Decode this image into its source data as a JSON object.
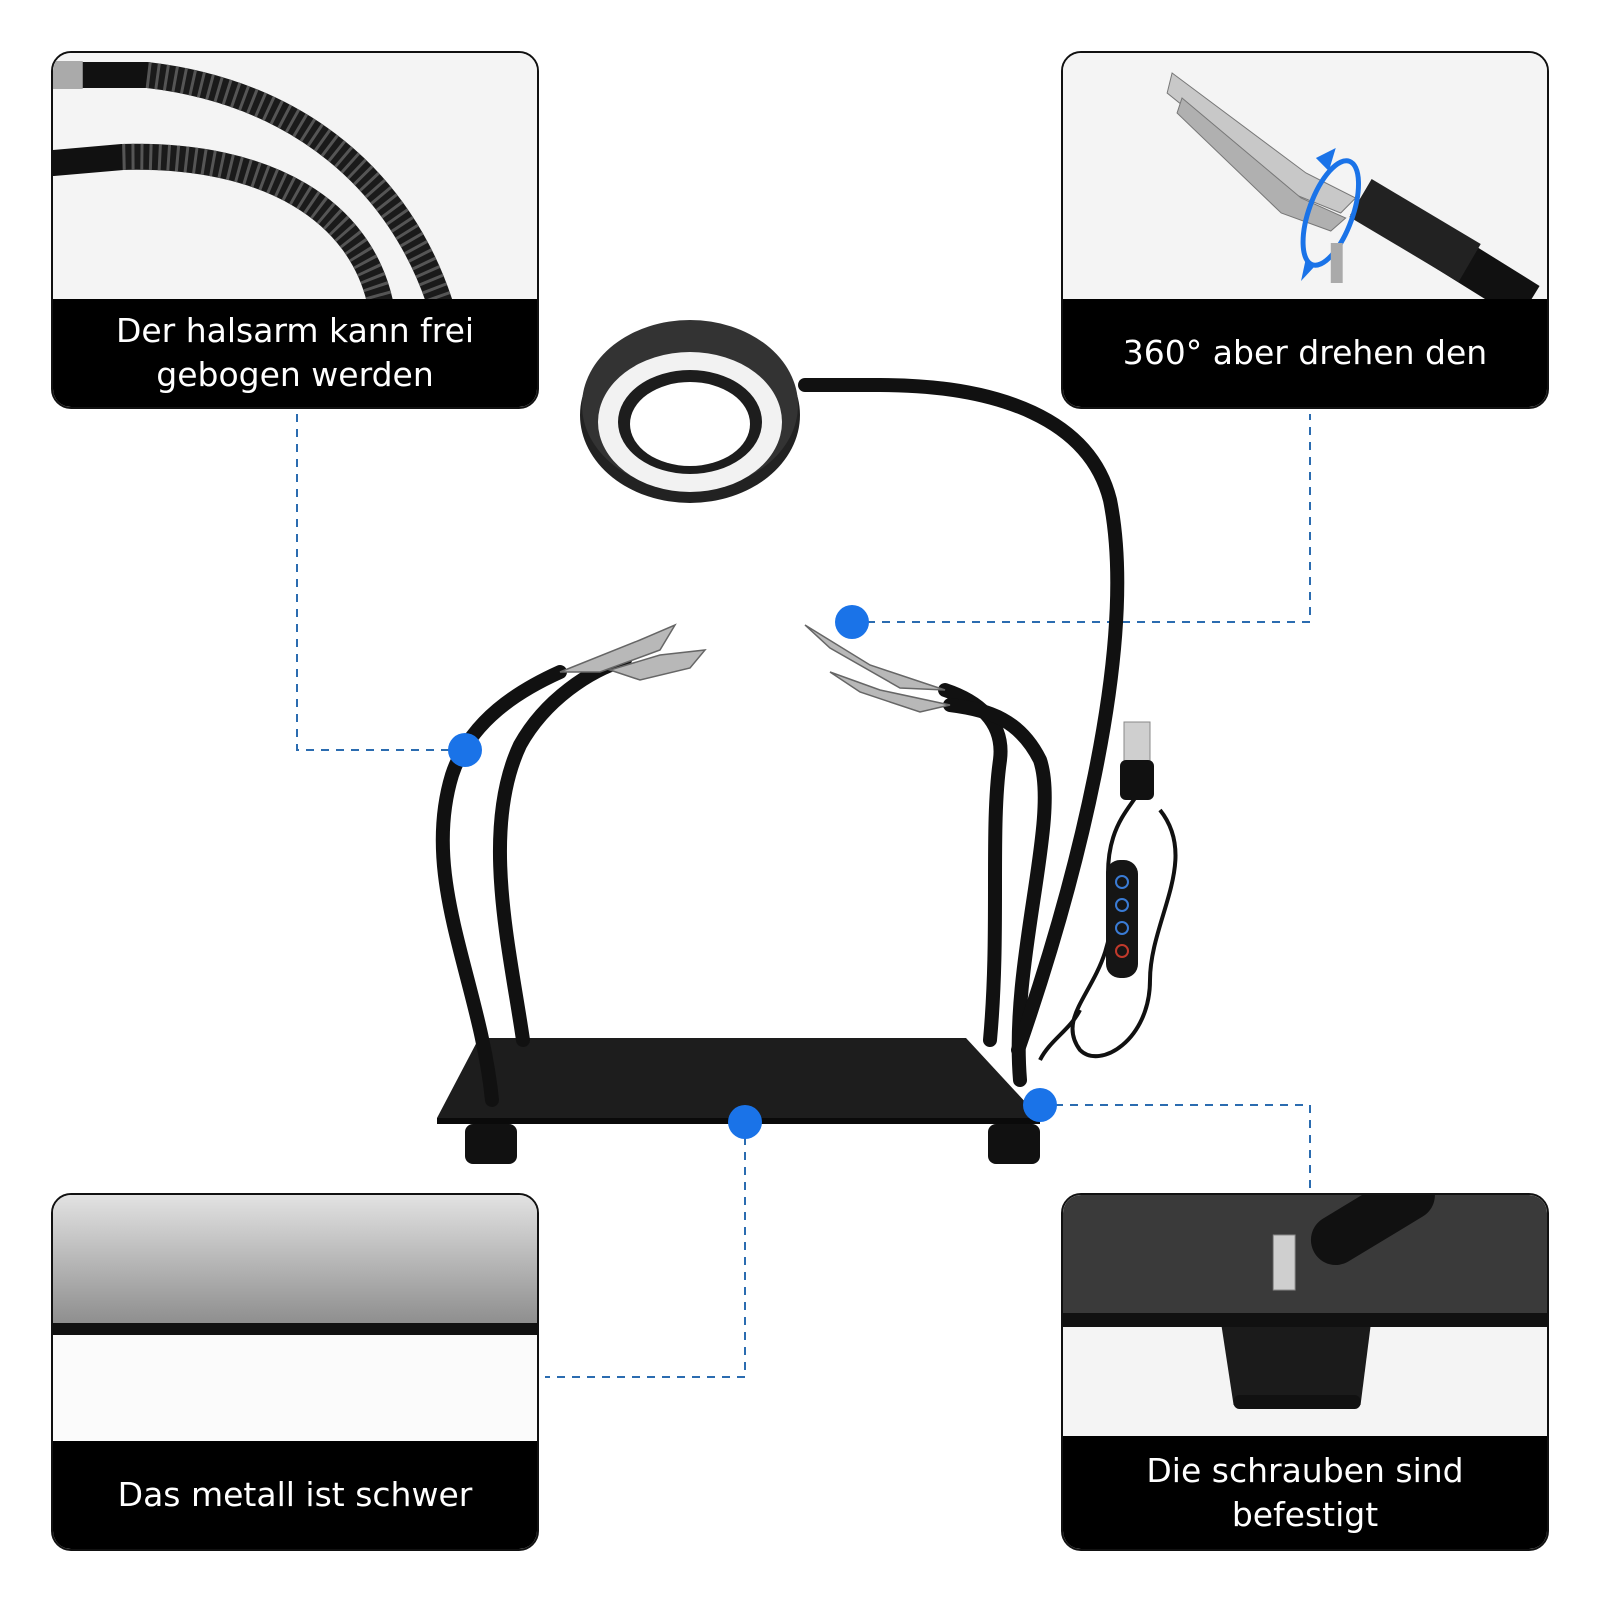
{
  "callouts": {
    "top_left": {
      "caption": "Der halsarm kann frei gebogen werden"
    },
    "top_right": {
      "caption": "360° aber drehen den"
    },
    "bottom_left": {
      "caption": "Das metall ist schwer"
    },
    "bottom_right": {
      "caption": "Die schrauben sind befestigt"
    }
  },
  "colors": {
    "marker": "#1a73e8",
    "dashed_line": "#2b6cb0",
    "caption_bg": "#000000",
    "caption_text": "#ffffff"
  }
}
